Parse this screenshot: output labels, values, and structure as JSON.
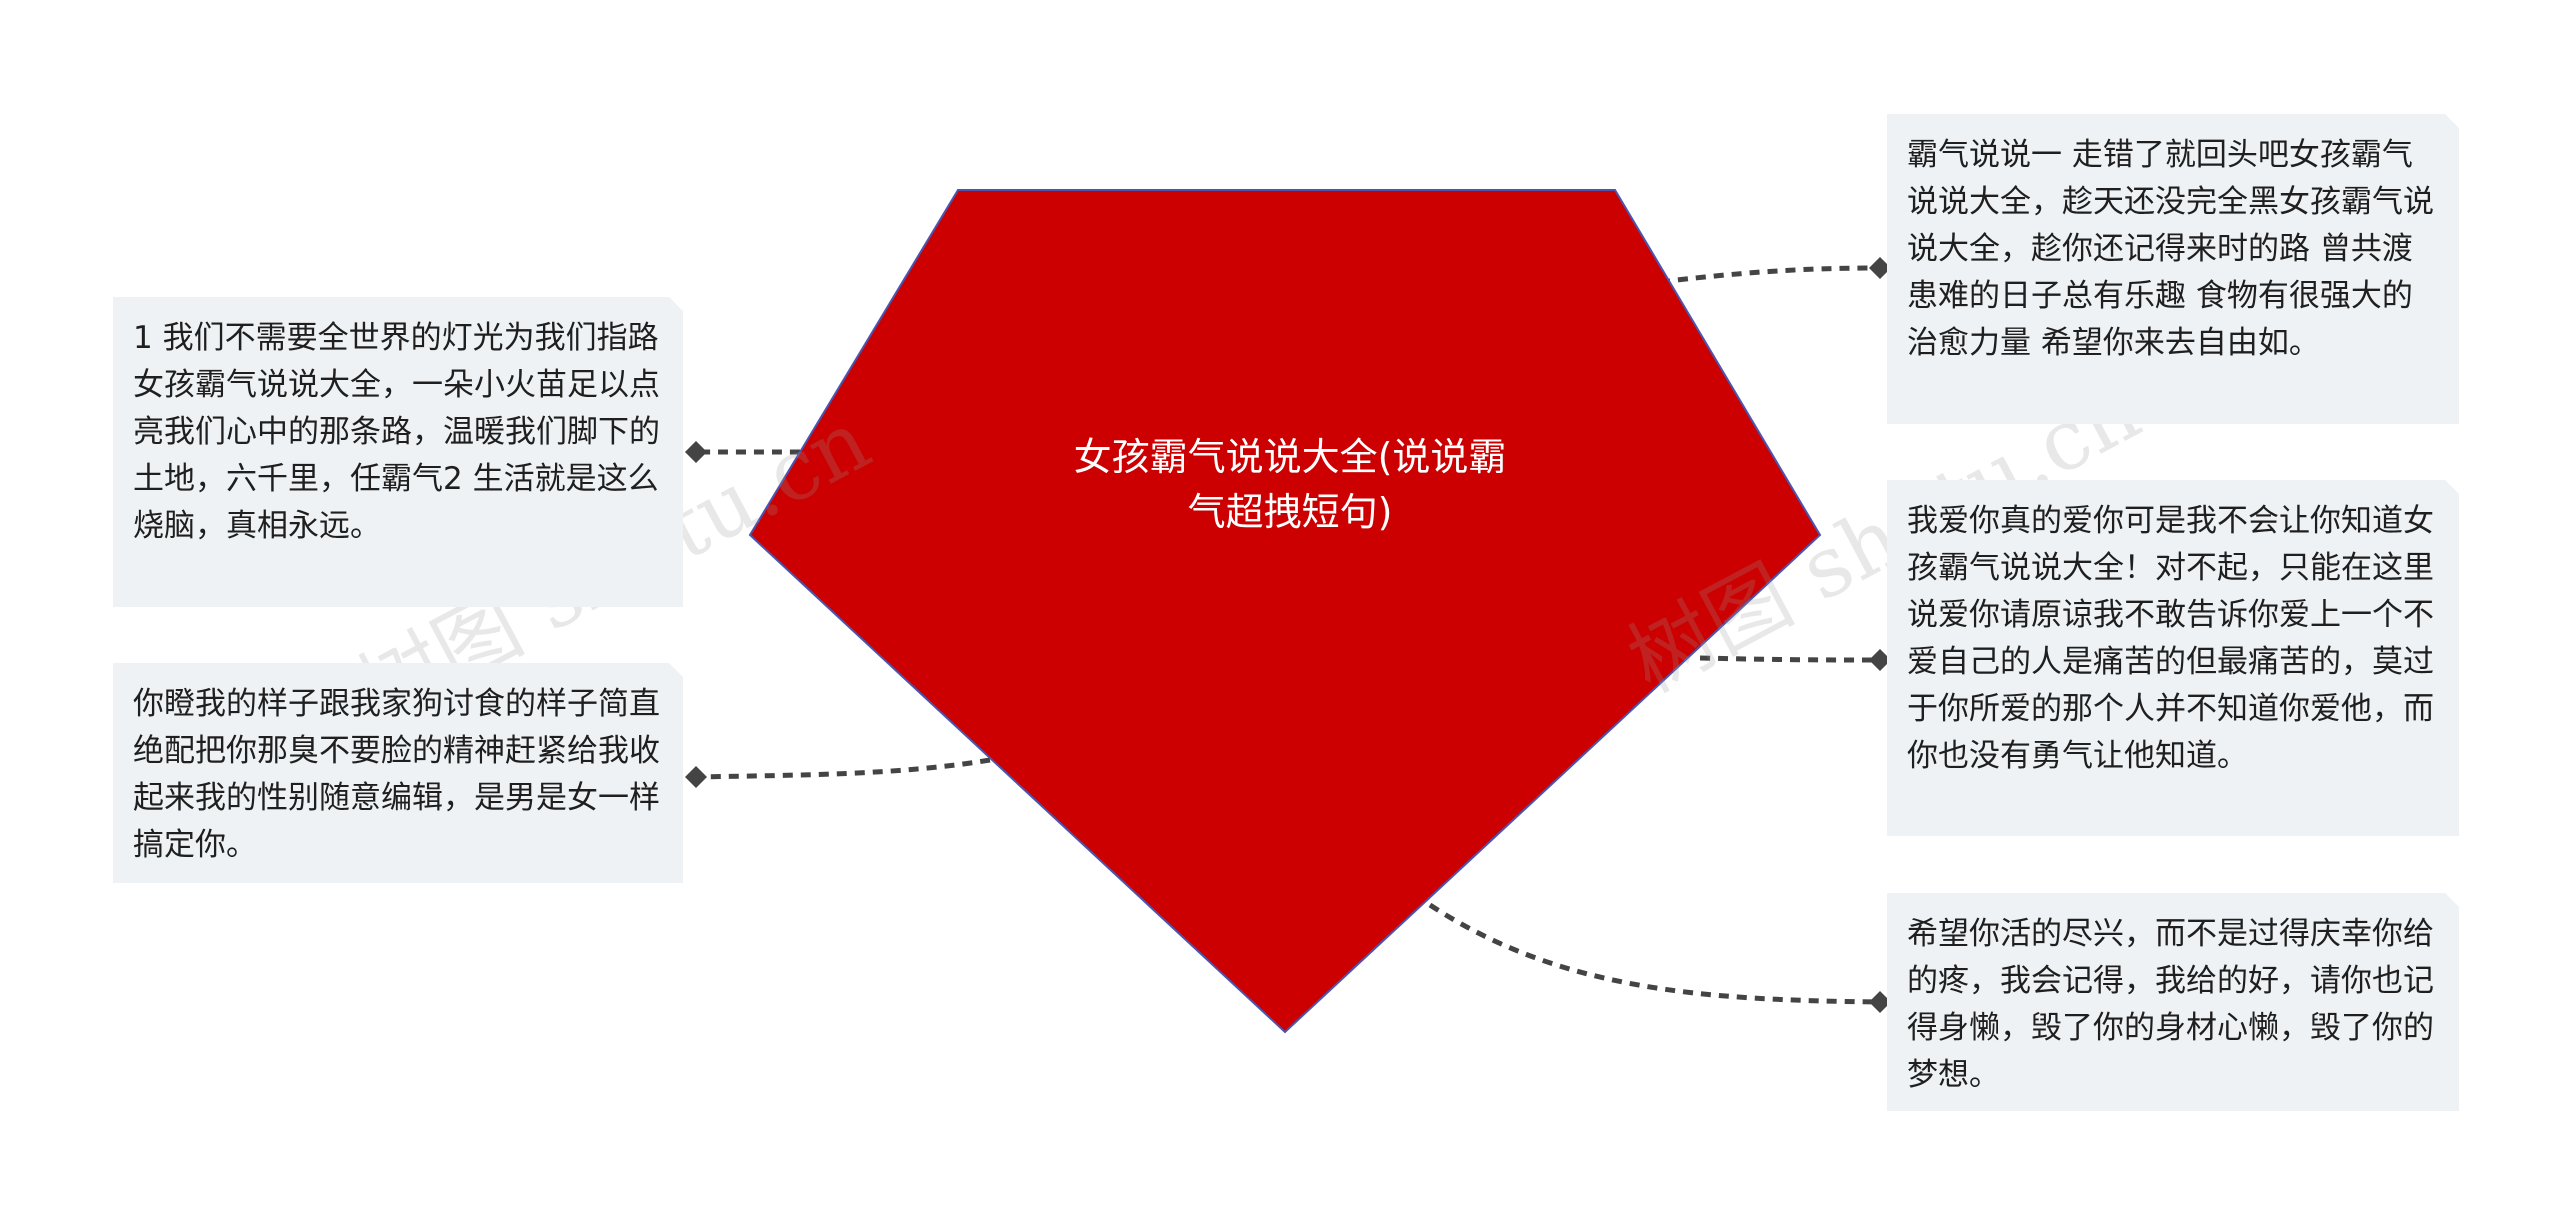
{
  "center": {
    "title_line1": "女孩霸气说说大全(说说霸",
    "title_line2": "气超拽短句)",
    "fill_color": "#cc0000",
    "stroke_color": "#4b55b0"
  },
  "watermark": "树图 shutu.cn",
  "left_nodes": [
    {
      "text": "1 我们不需要全世界的灯光为我们指路女孩霸气说说大全，一朵小火苗足以点亮我们心中的那条路，温暖我们脚下的土地，六千里，任霸气2 生活就是这么烧脑，真相永远。"
    },
    {
      "text": "你瞪我的样子跟我家狗讨食的样子简直绝配把你那臭不要脸的精神赶紧给我收起来我的性别随意编辑，是男是女一样搞定你。"
    }
  ],
  "right_nodes": [
    {
      "text": "霸气说说一 走错了就回头吧女孩霸气说说大全，趁天还没完全黑女孩霸气说说大全，趁你还记得来时的路 曾共渡患难的日子总有乐趣 食物有很强大的治愈力量 希望你来去自由如。"
    },
    {
      "text": "我爱你真的爱你可是我不会让你知道女孩霸气说说大全！对不起，只能在这里说爱你请原谅我不敢告诉你爱上一个不爱自己的人是痛苦的但最痛苦的，莫过于你所爱的那个人并不知道你爱他，而你也没有勇气让他知道。"
    },
    {
      "text": "希望你活的尽兴，而不是过得庆幸你给的疼，我会记得，我给的好，请你也记得身懒，毁了你的身材心懒，毁了你的梦想。"
    }
  ]
}
